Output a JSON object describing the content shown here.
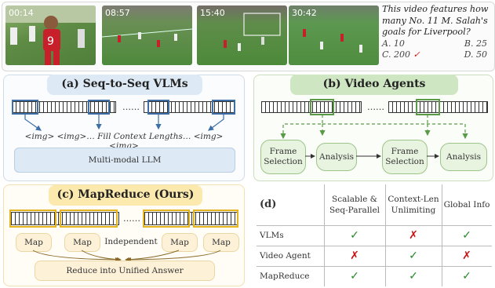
{
  "video_strip": {
    "timestamps": [
      "00:14",
      "08:57",
      "15:40",
      "30:42"
    ],
    "question": "This video features how many No. 11 M. Salah's goals for Liverpool?",
    "options": {
      "a": "A. 10",
      "b": "B. 25",
      "c": "C. 200",
      "d": "D. 50"
    },
    "correct_mark": "✓"
  },
  "panel_a": {
    "title": "(a) Seq-to-Seq VLMs",
    "dots": "……",
    "tokens_text": "<img> <img>… Fill Context Lengths… <img> <img>",
    "llm_label": "Multi-modal LLM"
  },
  "panel_b": {
    "title": "(b) Video Agents",
    "dots": "……",
    "nodes": [
      "Frame Selection",
      "Analysis",
      "Frame Selection",
      "Analysis"
    ]
  },
  "panel_c": {
    "title": "(c) MapReduce (Ours)",
    "map_label": "Map",
    "independent_label": "Independent",
    "reduce_label": "Reduce into Unified Answer"
  },
  "panel_d": {
    "label": "(d)",
    "columns": [
      "Scalable & Seq-Parallel",
      "Context-Len Unlimiting",
      "Global Info"
    ],
    "rows": [
      {
        "name": "VLMs",
        "marks": [
          "check",
          "cross",
          "check"
        ]
      },
      {
        "name": "Video Agent",
        "marks": [
          "cross",
          "check",
          "cross"
        ]
      },
      {
        "name": "MapReduce",
        "marks": [
          "check",
          "check",
          "check"
        ]
      }
    ]
  },
  "colors": {
    "blue": "#3d6ea5",
    "green": "#5a9a47",
    "gold": "#e5b31e",
    "check": "#2a8a2a",
    "cross": "#cc1111"
  }
}
